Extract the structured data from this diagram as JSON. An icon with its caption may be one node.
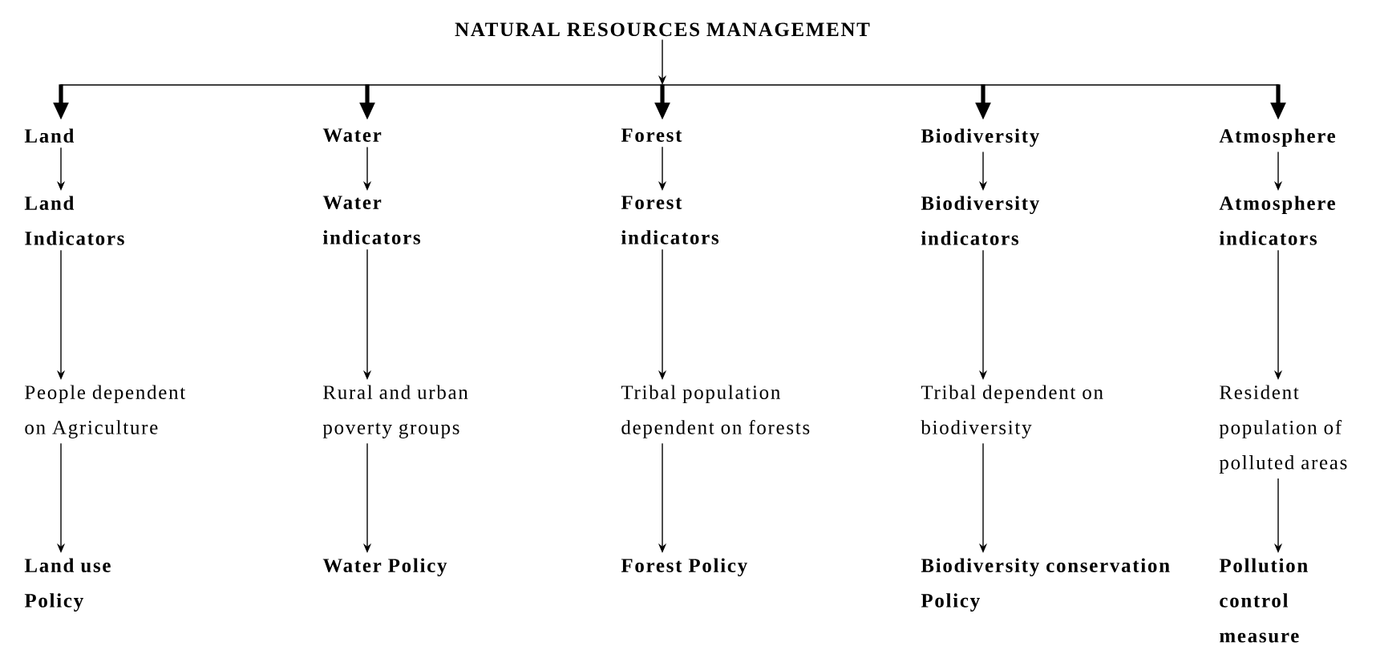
{
  "diagram": {
    "nodes": [
      {
        "text": [
          "NATURAL RESOURCES MANAGEMENT"
        ]
      },
      {
        "text": [
          "Land"
        ]
      },
      {
        "text": [
          "Water"
        ]
      },
      {
        "text": [
          "Forest"
        ]
      },
      {
        "text": [
          "Biodiversity"
        ]
      },
      {
        "text": [
          "Atmosphere"
        ]
      },
      {
        "text": [
          "Land Indicators"
        ]
      },
      {
        "text": [
          "Water indicators"
        ]
      },
      {
        "text": [
          "Forest indicators"
        ]
      },
      {
        "text": [
          "Biodiversity indicators"
        ]
      },
      {
        "text": [
          "Atmosphere indicators"
        ]
      },
      {
        "text": [
          "People dependent on Agriculture"
        ]
      },
      {
        "text": [
          "Rural and urban poverty groups"
        ]
      },
      {
        "text": [
          "Tribal population dependent on forests"
        ]
      },
      {
        "text": [
          "Tribal dependent on biodiversity"
        ]
      },
      {
        "text": [
          "Resident population of polluted areas"
        ]
      },
      {
        "text": [
          "Land use Policy"
        ]
      },
      {
        "text": [
          "Water Policy"
        ]
      },
      {
        "text": [
          "Forest Policy"
        ]
      },
      {
        "text": [
          "Biodiversity conservation Policy"
        ]
      },
      {
        "text": [
          "Pollution control measure"
        ]
      }
    ],
    "edges": [
      {
        "from": 0,
        "to": 1,
        "arrow": "to"
      },
      {
        "from": 0,
        "to": 2,
        "arrow": "to"
      },
      {
        "from": 0,
        "to": 3,
        "arrow": "to"
      },
      {
        "from": 0,
        "to": 4,
        "arrow": "to"
      },
      {
        "from": 0,
        "to": 5,
        "arrow": "to"
      },
      {
        "from": 1,
        "to": 6,
        "arrow": "to"
      },
      {
        "from": 2,
        "to": 7,
        "arrow": "to"
      },
      {
        "from": 3,
        "to": 8,
        "arrow": "to"
      },
      {
        "from": 4,
        "to": 9,
        "arrow": "to"
      },
      {
        "from": 5,
        "to": 10,
        "arrow": "to"
      },
      {
        "from": 6,
        "to": 11,
        "arrow": "to"
      },
      {
        "from": 7,
        "to": 12,
        "arrow": "to"
      },
      {
        "from": 8,
        "to": 13,
        "arrow": "to"
      },
      {
        "from": 9,
        "to": 14,
        "arrow": "to"
      },
      {
        "from": 10,
        "to": 15,
        "arrow": "to"
      },
      {
        "from": 11,
        "to": 16,
        "arrow": "to"
      },
      {
        "from": 12,
        "to": 17,
        "arrow": "to"
      },
      {
        "from": 13,
        "to": 18,
        "arrow": "to"
      },
      {
        "from": 14,
        "to": 19,
        "arrow": "to"
      },
      {
        "from": 15,
        "to": 20,
        "arrow": "to"
      }
    ]
  }
}
